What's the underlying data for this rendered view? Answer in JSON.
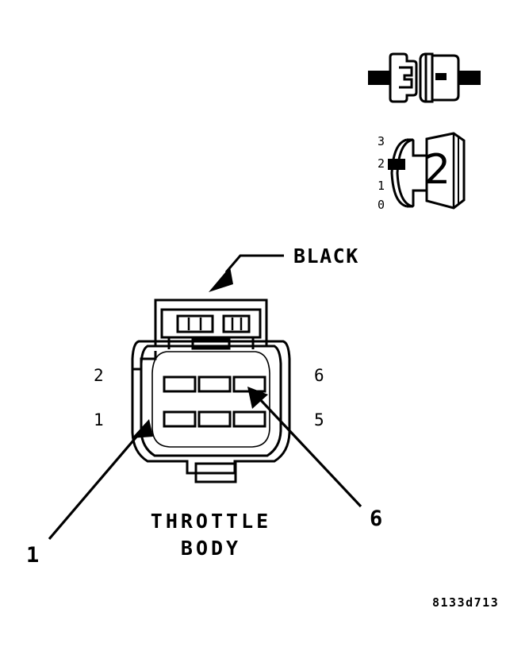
{
  "diagram": {
    "type": "automotive-connector-wiring-diagram",
    "component_caption_line1": "THROTTLE",
    "component_caption_line2": "BODY",
    "wire_color_label": "BLACK",
    "reference_code": "8133d713",
    "line_color": "#000000",
    "background_color": "#ffffff",
    "connector": {
      "cavity_count": 6,
      "cavity_rows": 2,
      "cavity_columns": 3,
      "pin_labels_left": [
        "2",
        "1"
      ],
      "pin_labels_right": [
        "6",
        "5"
      ]
    },
    "callouts": [
      {
        "label": "1",
        "target": "lower-left-cavity"
      },
      {
        "label": "6",
        "target": "upper-right-cavity"
      }
    ],
    "insets": [
      {
        "name": "connector-side-view",
        "scale_labels": [],
        "body_label": ""
      },
      {
        "name": "connector-end-view",
        "scale_labels": [
          "3",
          "2",
          "1",
          "0"
        ],
        "body_label": "2"
      }
    ]
  }
}
